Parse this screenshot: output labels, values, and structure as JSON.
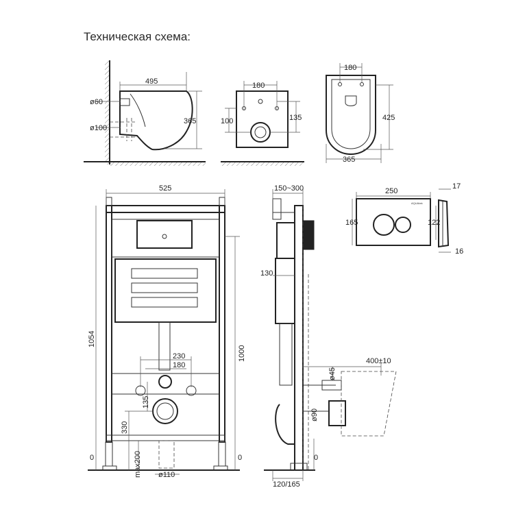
{
  "title": "Техническая схема:",
  "brand": "AQUAtek",
  "dims": {
    "d60": "ø60",
    "d100": "ø100",
    "w495": "495",
    "h365": "365",
    "w180_front": "180",
    "h100_front": "100",
    "h135_front": "135",
    "w180_top": "180",
    "h425_top": "425",
    "w365_top": "365",
    "w525": "525",
    "h1054": "1054",
    "h1000": "1000",
    "w230": "230",
    "w180_frame": "180",
    "h135_frame": "135",
    "h330": "330",
    "max200": "max200",
    "d110": "ø110",
    "zero_left": "0",
    "zero_mid": "0",
    "zero_side": "0",
    "w150_300": "150~300",
    "w130": "130",
    "d45": "ø45",
    "d90": "ø90",
    "w400_10": "400±10",
    "w120_165": "120/165",
    "w250": "250",
    "h165": "165",
    "h122": "122",
    "w17": "17",
    "w16": "16"
  }
}
